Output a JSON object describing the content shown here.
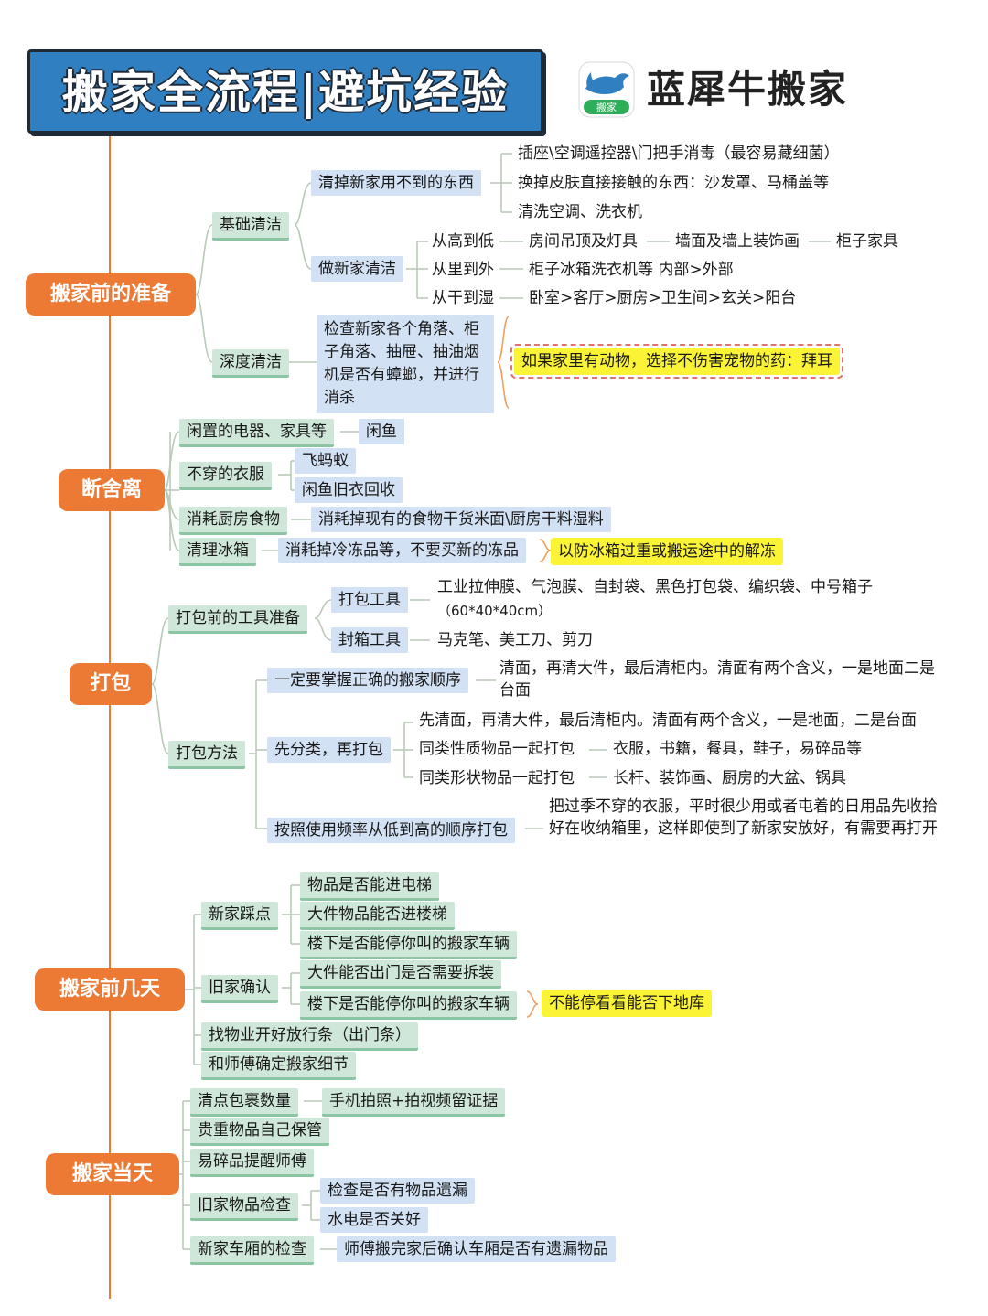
{
  "title": "搬家全流程|避坑经验",
  "brand": {
    "name": "蓝犀牛搬家",
    "logo_label": "搬家",
    "logo_color": "#2fae5a",
    "icon": "rhino-logo-icon"
  },
  "colors": {
    "section": "#ec7a35",
    "green_node": "#cfe7d8",
    "blue_node": "#d3e1f4",
    "highlight": "#fbf336",
    "line": "#ec7a35"
  },
  "s1": {
    "label": "搬家前的准备",
    "jc": {
      "label": "基础清洁",
      "qd": {
        "label": "清掉新家用不到的东西",
        "items": [
          "插座\\空调遥控器\\门把手消毒（最容易藏细菌）",
          "换掉皮肤直接接触的东西：沙发罩、马桶盖等",
          "清洗空调、洗衣机"
        ]
      },
      "zx": {
        "label": "做新家清洁",
        "r1": {
          "a": "从高到低",
          "b": "房间吊顶及灯具",
          "c": "墙面及墙上装饰画",
          "d": "柜子家具"
        },
        "r2": {
          "a": "从里到外",
          "b": "柜子冰箱洗衣机等 内部>外部"
        },
        "r3": {
          "a": "从干到湿",
          "b": "卧室>客厅>厨房>卫生间>玄关>阳台"
        }
      }
    },
    "sd": {
      "label": "深度清洁",
      "text": "检查新家各个角落、柜子角落、抽屉、抽油烟机是否有蟑螂，并进行消杀",
      "note": "如果家里有动物，选择不伤害宠物的药：拜耳"
    }
  },
  "s2": {
    "label": "断舍离",
    "a": {
      "label": "闲置的电器、家具等",
      "b": "闲鱼"
    },
    "c": {
      "label": "不穿的衣服",
      "d": "飞蚂蚁",
      "e": "闲鱼旧衣回收"
    },
    "f": {
      "label": "消耗厨房食物",
      "g": "消耗掉现有的食物干货米面\\厨房干料湿料"
    },
    "h": {
      "label": "清理冰箱",
      "i": "消耗掉冷冻品等，不要买新的冻品",
      "note": "以防冰箱过重或搬运途中的解冻"
    }
  },
  "s3": {
    "label": "打包",
    "tools": {
      "label": "打包前的工具准备",
      "pack": {
        "label": "打包工具",
        "text": "工业拉伸膜、气泡膜、自封袋、黑色打包袋、编织袋、中号箱子",
        "size": "（60*40*40cm）"
      },
      "seal": {
        "label": "封箱工具",
        "text": "马克笔、美工刀、剪刀"
      }
    },
    "method": {
      "label": "打包方法",
      "order": {
        "label": "一定要掌握正确的搬家顺序",
        "text": "清面，再清大件，最后清柜内。清面有两个含义，一是地面二是台面"
      },
      "classify": {
        "label": "先分类，再打包",
        "r1": "先清面，再清大件，最后清柜内。清面有两个含义，一是地面，二是台面",
        "r2": {
          "a": "同类性质物品一起打包",
          "b": "衣服，书籍，餐具，鞋子，易碎品等"
        },
        "r3": {
          "a": "同类形状物品一起打包",
          "b": "长杆、装饰画、厨房的大盆、锅具"
        }
      },
      "freq": {
        "label": "按照使用频率从低到高的顺序打包",
        "text": "把过季不穿的衣服，平时很少用或者屯着的日用品先收拾好在收纳箱里，这样即使到了新家安放好，有需要再打开"
      }
    }
  },
  "s4": {
    "label": "搬家前几天",
    "survey": {
      "label": "新家踩点",
      "items": [
        "物品是否能进电梯",
        "大件物品能否进楼梯",
        "楼下是否能停你叫的搬家车辆"
      ]
    },
    "old": {
      "label": "旧家确认",
      "items": [
        "大件能否出门是否需要拆装",
        "楼下是否能停你叫的搬家车辆"
      ],
      "note": "不能停看看能否下地库"
    },
    "pm": "找物业开好放行条（出门条）",
    "confirm": "和师傅确定搬家细节"
  },
  "s5": {
    "label": "搬家当天",
    "count": {
      "label": "清点包裹数量",
      "text": "手机拍照+拍视频留证据"
    },
    "valuables": "贵重物品自己保管",
    "fragile": "易碎品提醒师傅",
    "oldcheck": {
      "label": "旧家物品检查",
      "items": [
        "检查是否有物品遗漏",
        "水电是否关好"
      ]
    },
    "truck": {
      "label": "新家车厢的检查",
      "text": "师傅搬完家后确认车厢是否有遗漏物品"
    }
  }
}
